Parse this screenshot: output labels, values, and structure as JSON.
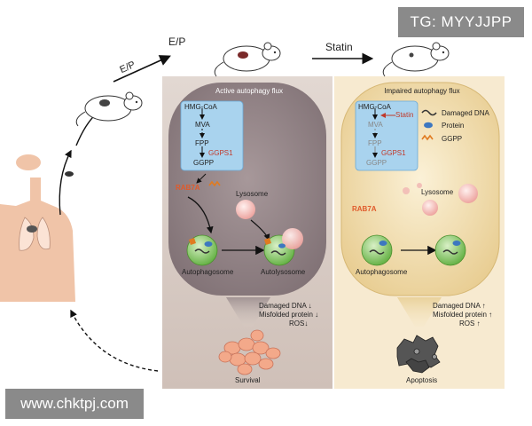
{
  "watermarks": {
    "top": "TG: MYYJJPP",
    "bottom": "www.chktpj.com"
  },
  "arrows": {
    "ep_top": "E/P",
    "ep_diag": "E/P",
    "statin": "Statin"
  },
  "left_panel": {
    "title": "Active autophagy flux",
    "pathway": [
      "HMG-CoA",
      "MVA",
      "FPP",
      "GGPP"
    ],
    "enzyme": "GGPS1",
    "rab7a": "RAB7A",
    "lysosome": "Lysosome",
    "autophagosome": "Autophagosome",
    "autolysosome": "Autolysosome",
    "outcomes": [
      {
        "text": "Damaged DNA",
        "dir": "↓"
      },
      {
        "text": "Misfolded protein",
        "dir": "↓"
      },
      {
        "text": "ROS",
        "dir": "↓"
      }
    ],
    "result": "Survival"
  },
  "right_panel": {
    "title": "Impaired autophagy flux",
    "pathway": [
      "HMG-CoA",
      "MVA",
      "FPP",
      "GGPP"
    ],
    "enzyme": "GGPS1",
    "statin_label": "Statin",
    "rab7a": "RAB7A",
    "lysosome": "Lysosome",
    "autophagosome": "Autophagosome",
    "outcomes": [
      {
        "text": "Damaged DNA",
        "dir": "↑"
      },
      {
        "text": "Misfolded protein",
        "dir": "↑"
      },
      {
        "text": "ROS",
        "dir": "↑"
      }
    ],
    "result": "Apoptosis",
    "legend": [
      "Damaged DNA",
      "Protein",
      "GGPP"
    ]
  },
  "colors": {
    "left_bg": "#d9cdc6",
    "left_inner": "#8f7f82",
    "right_bg": "#f6e6c2",
    "right_inner": "#ead299",
    "pathway_box": "#a9d3ee",
    "enzyme_red": "#c0392b",
    "cell_green": "#7cc35a",
    "lysosome_pink": "#f2b8b4"
  }
}
